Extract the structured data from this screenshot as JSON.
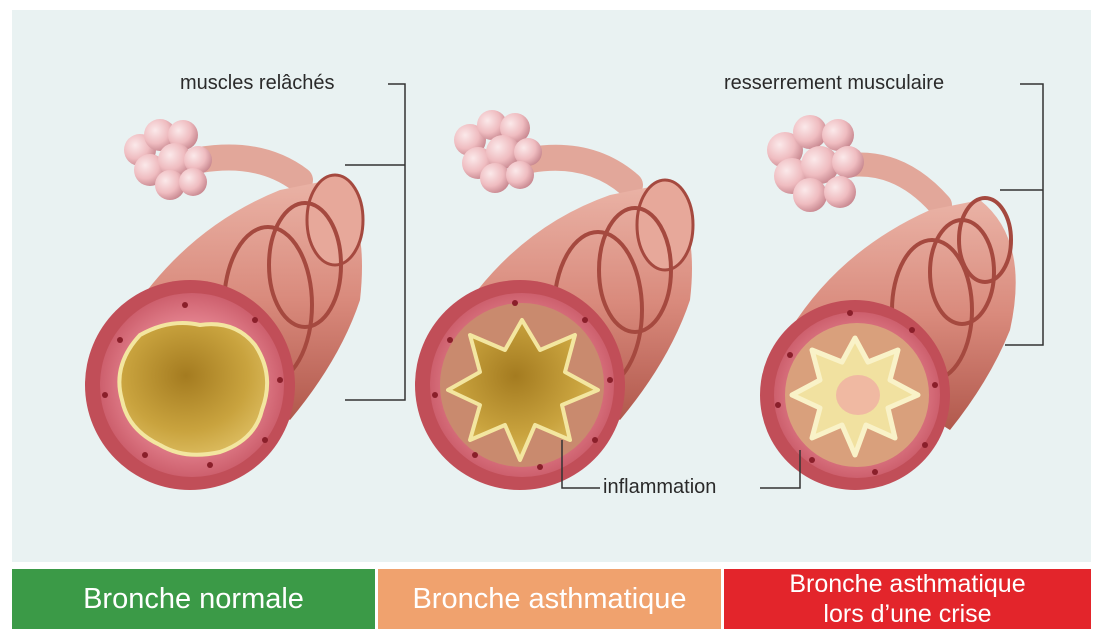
{
  "labels": {
    "relaxed": "muscles relâchés",
    "constriction": "resserrement musculaire",
    "inflammation": "inflammation"
  },
  "captions": {
    "normal": "Bronche normale",
    "asthmatic": "Bronche asthmatique",
    "crisis_line1": "Bronche asthmatique",
    "crisis_line2": "lors d’une crise"
  },
  "colors": {
    "normal": "#3b9a47",
    "asthmatic": "#f0a26e",
    "crisis": "#e3252b",
    "background": "#e9f2f2"
  }
}
